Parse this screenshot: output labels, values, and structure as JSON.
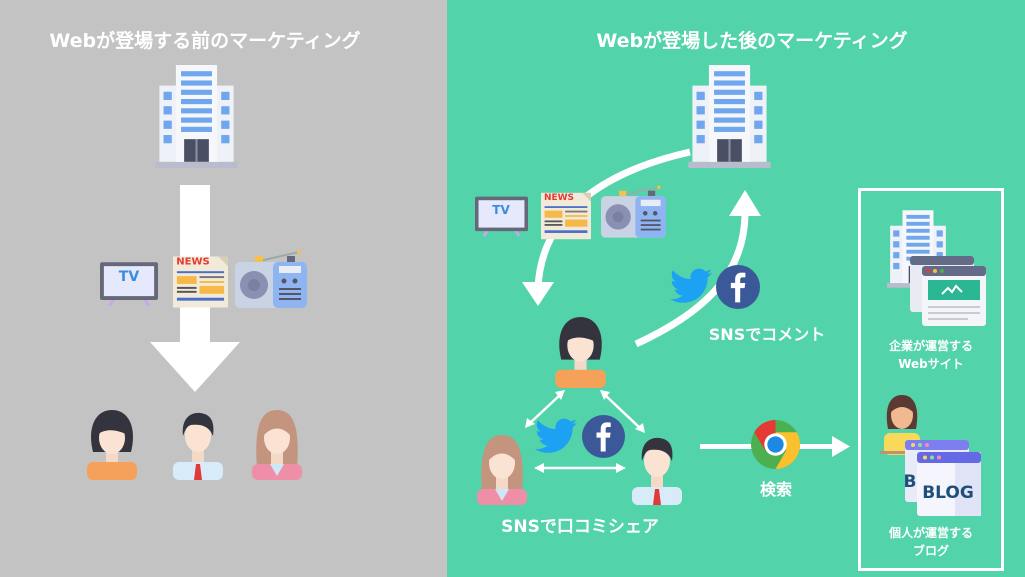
{
  "before": {
    "title": "Webが登場する前のマーケティング",
    "media": {
      "tv_label": "TV",
      "news_label": "NEWS"
    }
  },
  "after": {
    "title": "Webが登場した後のマーケティング",
    "media": {
      "tv_label": "TV",
      "news_label": "NEWS"
    },
    "sns_comment": "SNSでコメント",
    "sns_share": "SNSで口コミシェア",
    "search": "検索",
    "corporate_site": {
      "line1": "企業が運営する",
      "line2": "Webサイト"
    },
    "personal_blog": {
      "line1": "個人が運営する",
      "line2": "ブログ",
      "icon_text": "BLOG",
      "icon_text_back": "B"
    }
  },
  "colors": {
    "left_bg": "#c3c3c3",
    "right_bg": "#52d3aa",
    "twitter": "#1da1f2",
    "facebook": "#3b5998"
  }
}
